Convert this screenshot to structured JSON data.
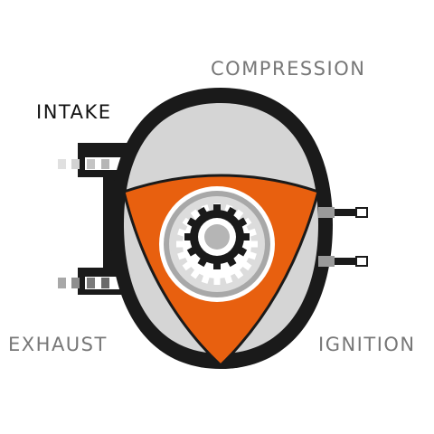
{
  "labels": {
    "compression": "COMPRESSION",
    "intake": "INTAKE",
    "exhaust": "EXHAUST",
    "ignition": "IGNITION"
  },
  "colors": {
    "housing": "#1a1a1a",
    "chamber": "#d5d5d5",
    "rotor": "#e8600f",
    "gear_light": "#dcdcdc",
    "gear_mid": "#a8a8a8",
    "gear_dark": "#1a1a1a",
    "port_light": "#d5d5d5",
    "port_mid": "#9a9a9a",
    "label_gray": "#777777",
    "label_dark": "#111111"
  },
  "icons": {
    "spark_plug": "spark-plug-icon",
    "gear": "gear-icon"
  }
}
